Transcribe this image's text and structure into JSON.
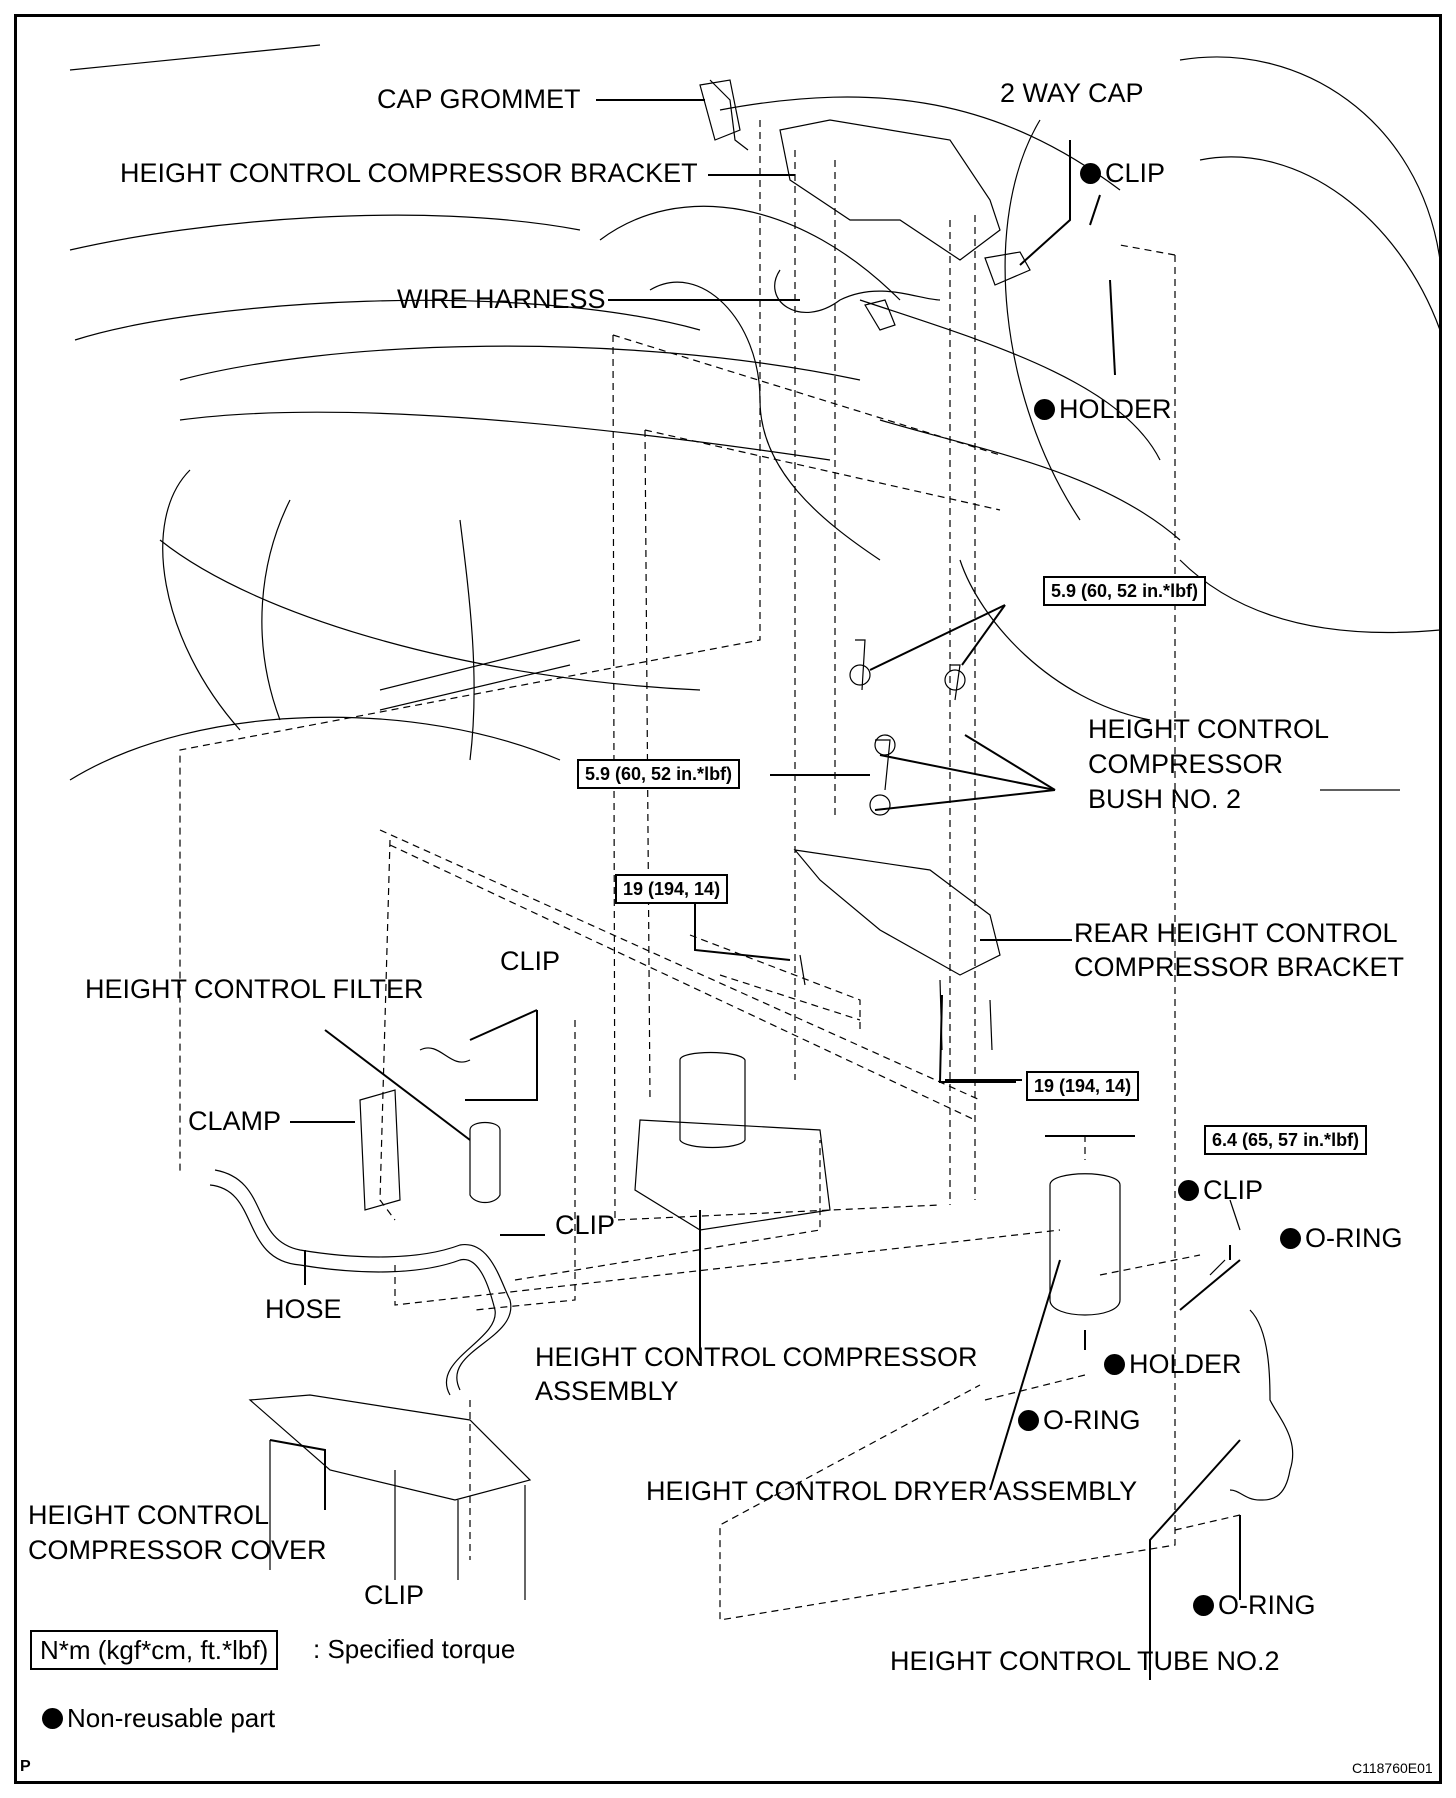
{
  "labels": {
    "cap_grommet": "CAP GROMMET",
    "two_way_cap": "2 WAY CAP",
    "clip_top": "CLIP",
    "compressor_bracket": "HEIGHT CONTROL COMPRESSOR BRACKET",
    "wire_harness": "WIRE HARNESS",
    "holder_top": "HOLDER",
    "bush_line1": "HEIGHT CONTROL",
    "bush_line2": "COMPRESSOR",
    "bush_line3": "BUSH NO. 2",
    "rear_bracket_line1": "REAR HEIGHT CONTROL",
    "rear_bracket_line2": "COMPRESSOR BRACKET",
    "filter": "HEIGHT CONTROL FILTER",
    "clip_filter": "CLIP",
    "clamp": "CLAMP",
    "clip_hose": "CLIP",
    "hose": "HOSE",
    "compressor_line1": "HEIGHT CONTROL COMPRESSOR",
    "compressor_line2": "ASSEMBLY",
    "clip_dryer": "CLIP",
    "oring_dryer_right": "O-RING",
    "holder_dryer": "HOLDER",
    "oring_dryer_bottom": "O-RING",
    "dryer": "HEIGHT CONTROL DRYER ASSEMBLY",
    "cover_line1": "HEIGHT CONTROL",
    "cover_line2": "COMPRESSOR COVER",
    "clip_cover": "CLIP",
    "oring_tube": "O-RING",
    "tube": "HEIGHT CONTROL TUBE NO.2"
  },
  "torques": {
    "bush_upper": "5.9 (60, 52 in.*lbf)",
    "bush_lower": "5.9 (60, 52 in.*lbf)",
    "bracket_left": "19 (194, 14)",
    "bracket_right": "19 (194, 14)",
    "dryer": "6.4 (65, 57 in.*lbf)"
  },
  "legend": {
    "torque_unit": "N*m (kgf*cm, ft.*lbf)",
    "torque_text": ": Specified torque",
    "nonreusable_text": "Non-reusable part"
  },
  "corner_mark": "P",
  "figure_code": "C118760E01"
}
